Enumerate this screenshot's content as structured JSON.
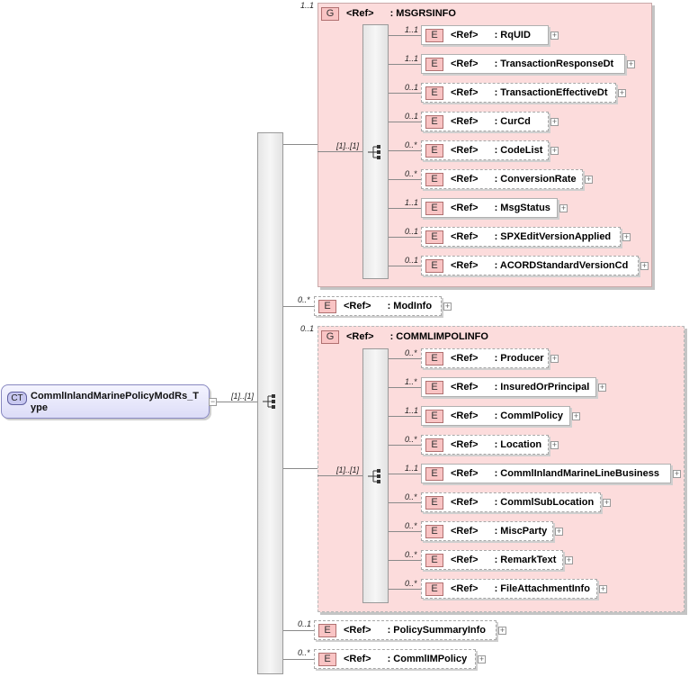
{
  "root": {
    "badge": "CT",
    "name_line1": "CommlInlandMarinePolicyModRs_T",
    "name_line2": "ype",
    "sequence_cardinality": "[1]..[1]"
  },
  "msgrsinfo": {
    "cardinality": "1..1",
    "badge": "G",
    "ref": "<Ref>",
    "name": ": MSGRSINFO",
    "sequence_cardinality": "[1]..[1]",
    "items": [
      {
        "cardinality": "1..1",
        "badge": "E",
        "ref": "<Ref>",
        "name": ": RqUID"
      },
      {
        "cardinality": "1..1",
        "badge": "E",
        "ref": "<Ref>",
        "name": ": TransactionResponseDt"
      },
      {
        "cardinality": "0..1",
        "badge": "E",
        "ref": "<Ref>",
        "name": ": TransactionEffectiveDt"
      },
      {
        "cardinality": "0..1",
        "badge": "E",
        "ref": "<Ref>",
        "name": ": CurCd"
      },
      {
        "cardinality": "0..*",
        "badge": "E",
        "ref": "<Ref>",
        "name": ": CodeList"
      },
      {
        "cardinality": "0..*",
        "badge": "E",
        "ref": "<Ref>",
        "name": ": ConversionRate"
      },
      {
        "cardinality": "1..1",
        "badge": "E",
        "ref": "<Ref>",
        "name": ": MsgStatus"
      },
      {
        "cardinality": "0..1",
        "badge": "E",
        "ref": "<Ref>",
        "name": ": SPXEditVersionApplied"
      },
      {
        "cardinality": "0..1",
        "badge": "E",
        "ref": "<Ref>",
        "name": ": ACORDStandardVersionCd"
      }
    ]
  },
  "modinfo": {
    "cardinality": "0..*",
    "badge": "E",
    "ref": "<Ref>",
    "name": ": ModInfo"
  },
  "commlimpolinfo": {
    "cardinality": "0..1",
    "badge": "G",
    "ref": "<Ref>",
    "name": ": COMMLIMPOLINFO",
    "sequence_cardinality": "[1]..[1]",
    "items": [
      {
        "cardinality": "0..*",
        "badge": "E",
        "ref": "<Ref>",
        "name": ": Producer"
      },
      {
        "cardinality": "1..*",
        "badge": "E",
        "ref": "<Ref>",
        "name": ": InsuredOrPrincipal"
      },
      {
        "cardinality": "1..1",
        "badge": "E",
        "ref": "<Ref>",
        "name": ": CommlPolicy"
      },
      {
        "cardinality": "0..*",
        "badge": "E",
        "ref": "<Ref>",
        "name": ": Location"
      },
      {
        "cardinality": "1..1",
        "badge": "E",
        "ref": "<Ref>",
        "name": ": CommlInlandMarineLineBusiness"
      },
      {
        "cardinality": "0..*",
        "badge": "E",
        "ref": "<Ref>",
        "name": ": CommlSubLocation"
      },
      {
        "cardinality": "0..*",
        "badge": "E",
        "ref": "<Ref>",
        "name": ": MiscParty"
      },
      {
        "cardinality": "0..*",
        "badge": "E",
        "ref": "<Ref>",
        "name": ": RemarkText"
      },
      {
        "cardinality": "0..*",
        "badge": "E",
        "ref": "<Ref>",
        "name": ": FileAttachmentInfo"
      }
    ]
  },
  "policysummaryinfo": {
    "cardinality": "0..1",
    "badge": "E",
    "ref": "<Ref>",
    "name": ": PolicySummaryInfo"
  },
  "commlimpolicy": {
    "cardinality": "0..*",
    "badge": "E",
    "ref": "<Ref>",
    "name": ": CommlIMPolicy"
  }
}
